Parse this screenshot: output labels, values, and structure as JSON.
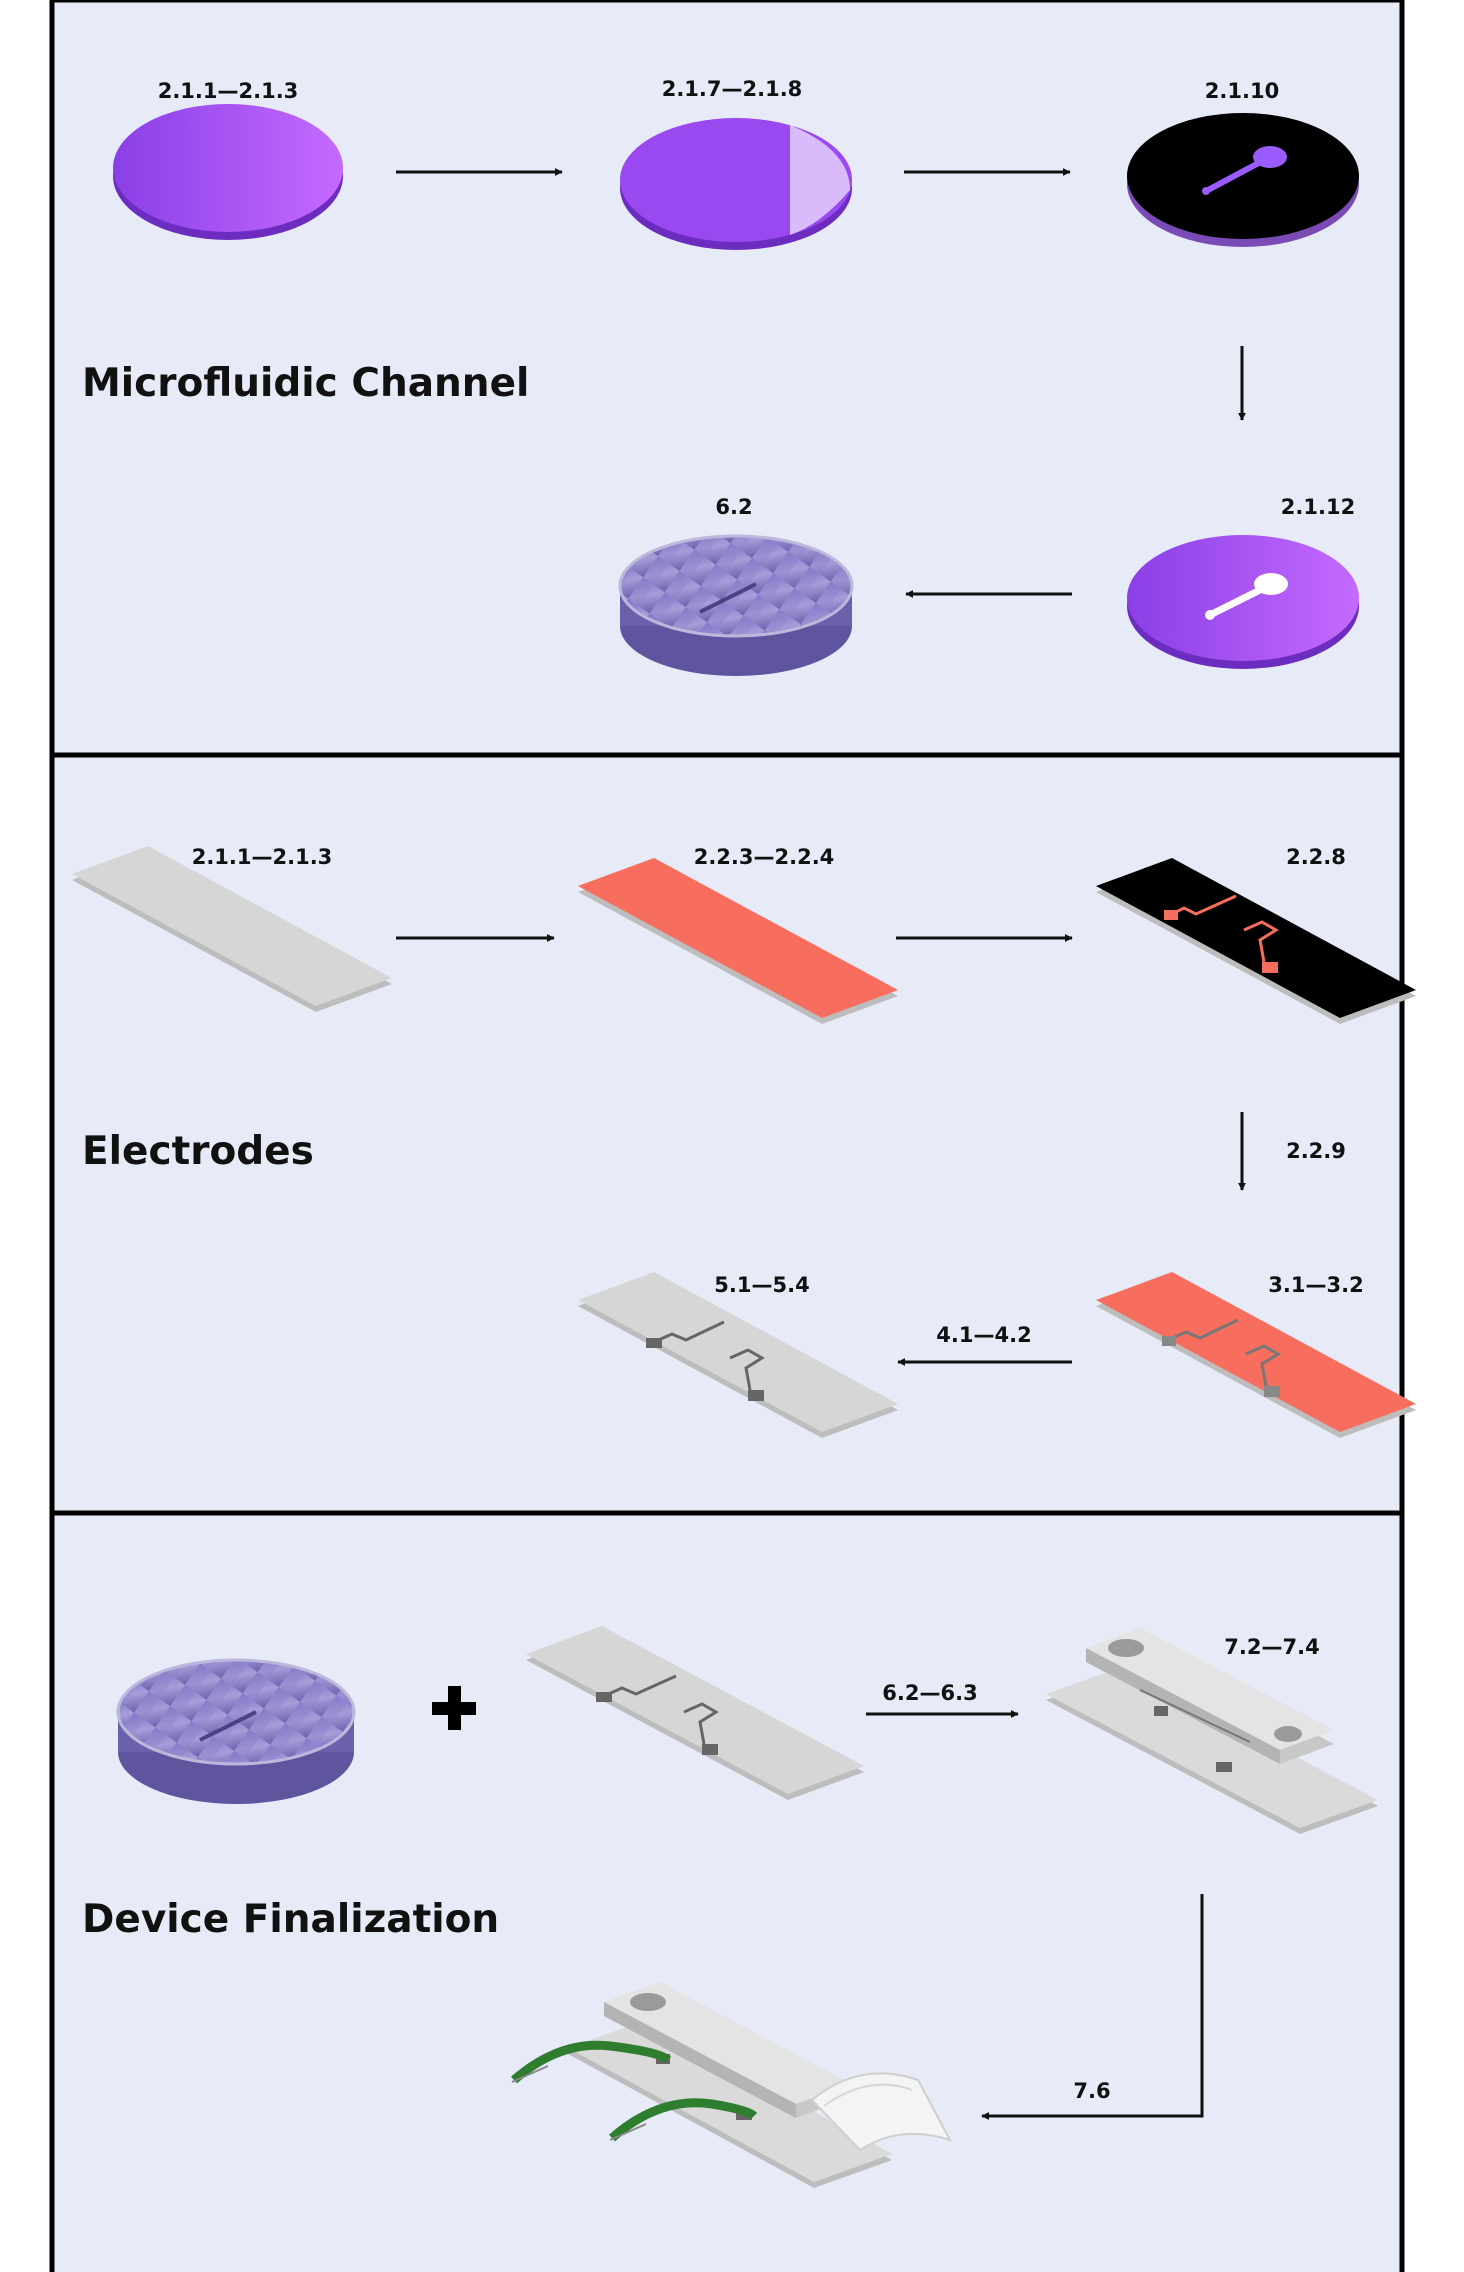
{
  "sections": [
    {
      "title": "Microfluidic Channel",
      "steps": [
        "2.1.1—2.1.3",
        "2.1.7—2.1.8",
        "2.1.10",
        "2.1.12",
        "6.2"
      ]
    },
    {
      "title": "Electrodes",
      "steps": [
        "2.1.1—2.1.3",
        "2.2.3—2.2.4",
        "2.2.8",
        "2.2.9",
        "3.1—3.2",
        "4.1—4.2",
        "5.1—5.4"
      ]
    },
    {
      "title": "Device Finalization",
      "steps": [
        "6.2—6.3",
        "7.2—7.4",
        "7.6"
      ]
    }
  ],
  "colors": {
    "panel": "#e6ebf7",
    "wafer": "#a24dff",
    "photoresist": "#000000",
    "copper": "#f76d5e",
    "glass": "#d2d2d2",
    "pdms": "#9a8fd0",
    "wire": "#2f7d2f"
  }
}
